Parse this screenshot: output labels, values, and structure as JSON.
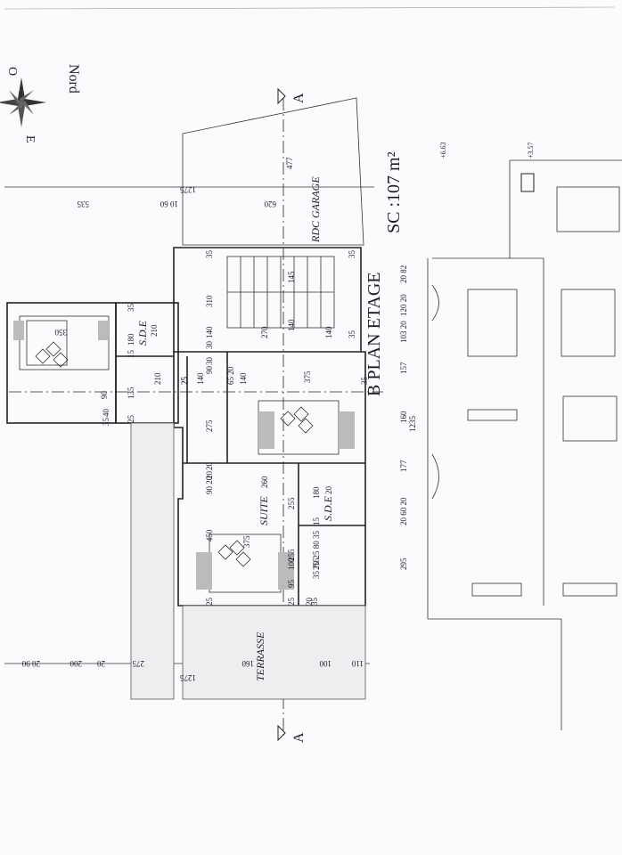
{
  "plan": {
    "title": "B PLAN ETAGE",
    "area": "SC :107 m²",
    "north_label": "Nord",
    "east_label": "E",
    "west_label": "O",
    "section_label": "A",
    "garage_label": "RDC\nGARAGE",
    "rooms": {
      "sde_left": "S.D.E",
      "suite": "SUITE",
      "sde_right": "S.D.E",
      "terrasse": "TERRASSE"
    },
    "levels": [
      "+6.63",
      "+3.57"
    ],
    "dims_top": [
      "535",
      "10 60",
      "1275",
      "620",
      "477"
    ],
    "dims_bottom": [
      "20 90",
      "200",
      "20",
      "275",
      "1275",
      "160",
      "100",
      "110"
    ],
    "dims_right": [
      "20 82",
      "120 20",
      "103 20",
      "157",
      "160",
      "1235",
      "177",
      "20 60 20",
      "295"
    ],
    "dims_inner": [
      "35",
      "310",
      "140",
      "30",
      "140",
      "270",
      "140",
      "35",
      "145",
      "140",
      "35",
      "20",
      "25",
      "90",
      "135",
      "210",
      "25",
      "140",
      "30",
      "90",
      "375",
      "65 20",
      "35",
      "275",
      "40",
      "35",
      "25",
      "210",
      "180",
      "15",
      "35",
      "350",
      "255",
      "90 20",
      "260",
      "255",
      "20",
      "450",
      "375",
      "15",
      "180",
      "20",
      "35 70 25 80 35",
      "255",
      "95",
      "100",
      "25",
      "25",
      "20",
      "35"
    ]
  }
}
